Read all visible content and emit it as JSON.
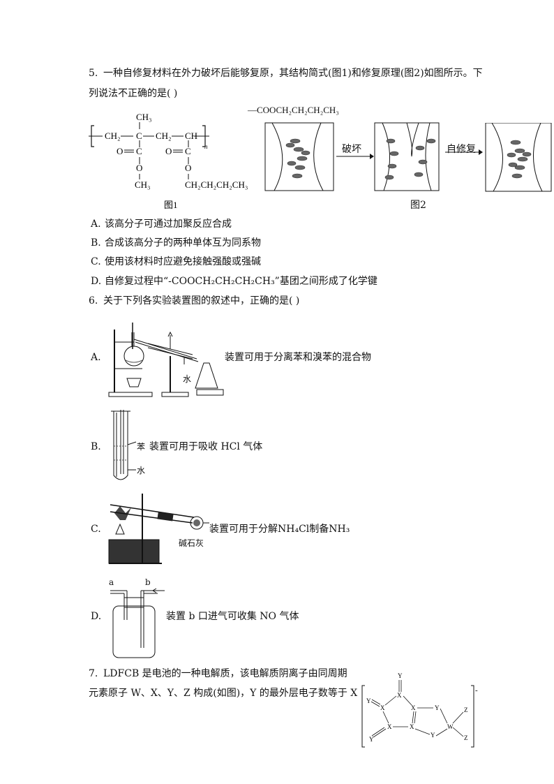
{
  "q5": {
    "num": "5.",
    "line1": "一种自修复材料在外力破坏后能够复原，其结构简式(图1)和修复原理(图2)如图所示。下",
    "line2": "列说法不正确的是(    )",
    "fig1": {
      "ch3_top": "CH₃",
      "ch2a": "CH₂",
      "c": "C",
      "ch2b": "CH₂",
      "ch": "CH",
      "n": "n",
      "o1": "O",
      "c1": "C",
      "o2": "O",
      "c2": "C",
      "o3": "O",
      "o4": "O",
      "ch3_bottom": "CH₃",
      "butyl": "CH₂CH₂CH₂CH₃",
      "caption": "图1"
    },
    "fig2": {
      "group": "—COOCH₂CH₂CH₂CH₃",
      "arrow1": "破坏",
      "arrow2": "自修复",
      "caption": "图2"
    },
    "options": [
      {
        "label": "A.",
        "text": "该高分子可通过加聚反应合成"
      },
      {
        "label": "B.",
        "text": "合成该高分子的两种单体互为同系物"
      },
      {
        "label": "C.",
        "text": "使用该材料时应避免接触强酸或强碱"
      },
      {
        "label": "D.",
        "text": "自修复过程中“-COOCH₂CH₂CH₂CH₃”基团之间形成了化学键"
      }
    ]
  },
  "q6": {
    "num": "6.",
    "stem": "关于下列各实验装置图的叙述中，正确的是(    )",
    "options": [
      {
        "label": "A.",
        "text": "装置可用于分离苯和溴苯的混合物",
        "fig_label": "水"
      },
      {
        "label": "B.",
        "text": "装置可用于吸收 HCl 气体",
        "fig_labels": [
          "苯",
          "水"
        ]
      },
      {
        "label": "C.",
        "text": "装置可用于分解NH₄Cl制备NH₃",
        "fig_label": "碱石灰"
      },
      {
        "label": "D.",
        "text": "装置 b 口进气可收集 NO 气体",
        "fig_labels": [
          "a",
          "b"
        ]
      }
    ]
  },
  "q7": {
    "num": "7.",
    "line1": "LDFCB 是电池的一种电解质，该电解质阴离子由同周期",
    "line2": "元素原子 W、X、Y、Z 构成(如图)，Y 的最外层电子数等于 X",
    "fig": {
      "atoms": [
        "Y",
        "X",
        "X",
        "X",
        "X",
        "X",
        "Y",
        "Y",
        "Y",
        "Y",
        "W",
        "Z",
        "Z"
      ],
      "charge": "-"
    }
  }
}
